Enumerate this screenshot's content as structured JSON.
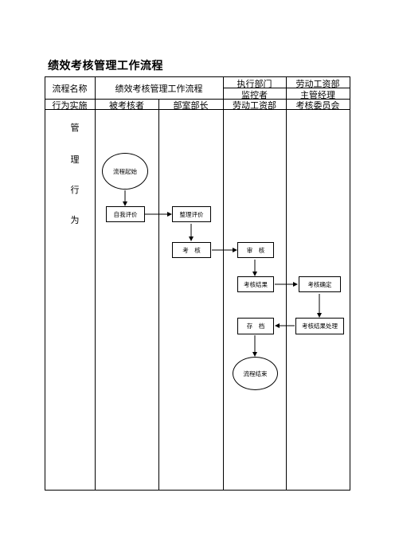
{
  "title": "绩效考核管理工作流程",
  "header": {
    "row1": {
      "label_name": "流程名称",
      "flow_name": "绩效考核管理工作流程",
      "exec_dept_label": "执行部门",
      "exec_dept_value": "劳动工资部"
    },
    "row2": {
      "monitor_label": "监控者",
      "monitor_value": "主管经理"
    },
    "row3": {
      "behavior": "行为实施",
      "col1": "被考核者",
      "col2": "部室部长",
      "col3": "劳动工资部",
      "col4": "考核委员会"
    }
  },
  "side_label": [
    "管",
    "理",
    "行",
    "为"
  ],
  "nodes": {
    "start": "流程起始",
    "self_eval": "自我评价",
    "organize_eval": "整理评价",
    "assess": "考　核",
    "review": "审　核",
    "result": "考核结果",
    "confirm": "考核确定",
    "archive": "存　档",
    "result_handle": "考核结果处理",
    "end": "流程结束"
  }
}
